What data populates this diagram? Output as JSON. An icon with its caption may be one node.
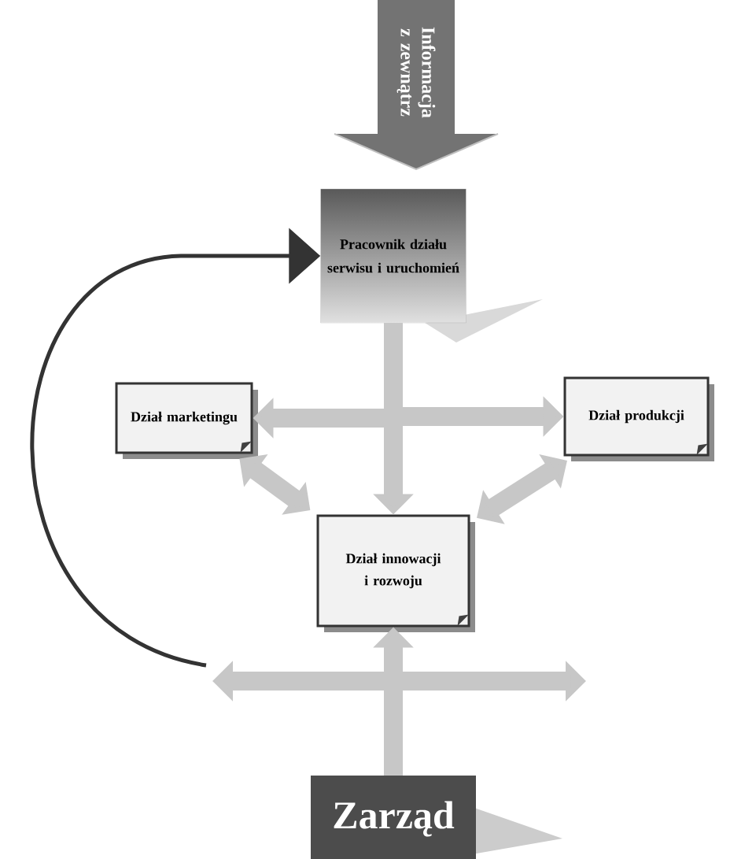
{
  "diagram": {
    "nodes": [
      {
        "text": [
          "Informacja z zewnątrz"
        ]
      },
      {
        "text": [
          "Pracownik działu serwisu i uruchomień"
        ]
      },
      {
        "text": [
          "Dział marketingu"
        ]
      },
      {
        "text": [
          "Dział produkcji"
        ]
      },
      {
        "text": [
          "Dział innowacji i rozwoju"
        ]
      },
      {
        "text": [
          "Zarząd"
        ]
      }
    ],
    "edges": [
      {
        "from": 1,
        "to": 2,
        "arrow": "to"
      },
      {
        "from": 1,
        "to": 3,
        "arrow": "to"
      },
      {
        "from": 1,
        "to": 4,
        "arrow": "to"
      },
      {
        "from": 2,
        "to": 4,
        "arrow": "both"
      },
      {
        "from": 3,
        "to": 4,
        "arrow": "both"
      },
      {
        "from": 5,
        "to": 4,
        "arrow": "to"
      },
      {
        "from": 5,
        "to": null,
        "arrow": "to"
      },
      {
        "from": 5,
        "to": null,
        "arrow": "to"
      },
      {
        "from": null,
        "to": 1,
        "arrow": "to",
        "color": "#333333"
      }
    ]
  }
}
